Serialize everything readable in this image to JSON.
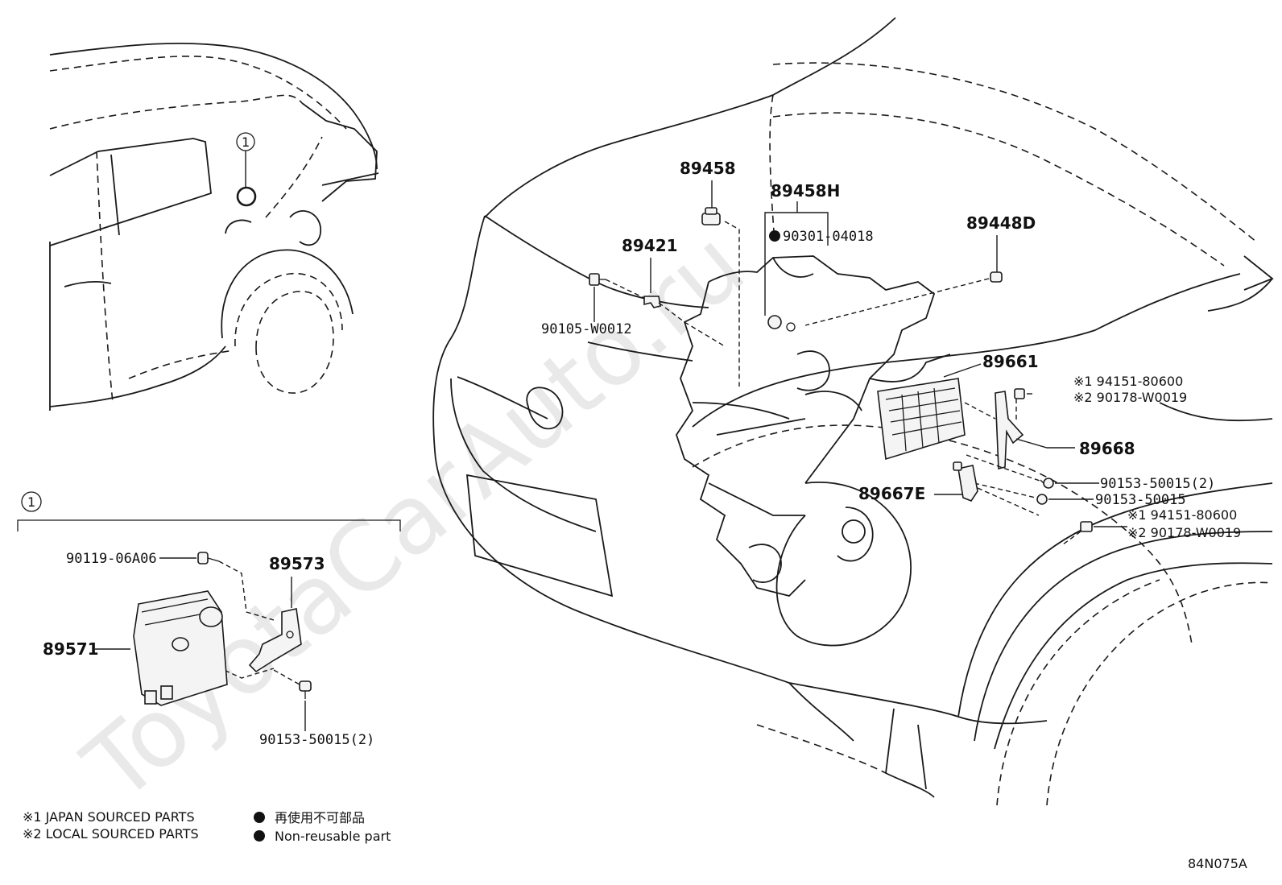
{
  "watermark": "ToyotaCarAuto.ru",
  "callout_number": "1",
  "parts": {
    "p89458": "89458",
    "p89458H": "89458H",
    "p90301_04018": "90301-04018",
    "p89448D": "89448D",
    "p89421": "89421",
    "p90105_W0012": "90105-W0012",
    "p89661": "89661",
    "p94151_80600_a": "※1 94151-80600",
    "p90178_W0019_a": "※2 90178-W0019",
    "p89668": "89668",
    "p90153_50015_2_a": "90153-50015(2)",
    "p90153_50015": "90153-50015",
    "p89667E": "89667E",
    "p94151_80600_b": "※1 94151-80600",
    "p90178_W0019_b": "※2 90178-W0019",
    "p90119_06A06": "90119-06A06",
    "p89573": "89573",
    "p89571": "89571",
    "p90153_50015_2_b": "90153-50015(2)"
  },
  "legend": {
    "note1": "※1 JAPAN SOURCED PARTS",
    "note2": "※2 LOCAL SOURCED PARTS",
    "nonreusable_jp": "再使用不可部品",
    "nonreusable_en": "Non-reusable part"
  },
  "diagram_code": "84N075A"
}
